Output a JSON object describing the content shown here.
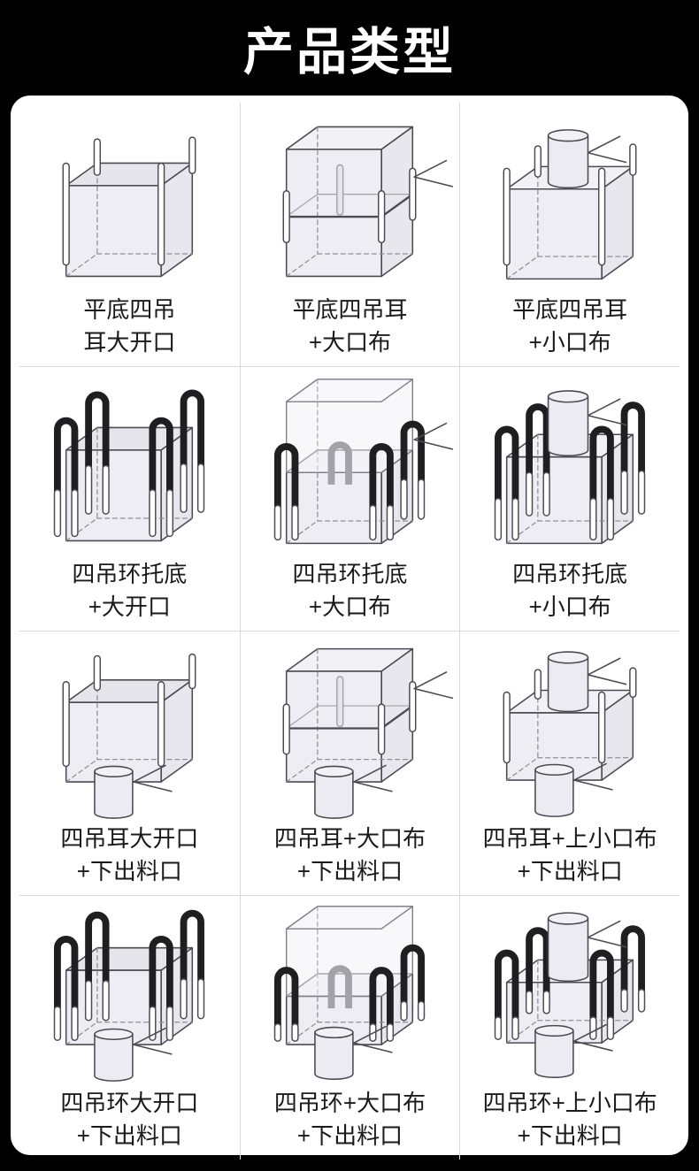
{
  "header": {
    "title": "产品类型"
  },
  "colors": {
    "background": "#000000",
    "card": "#ffffff",
    "divider": "#d9d9dd",
    "text": "#1a1a1a",
    "bag_outline": "#4b4b52",
    "bag_fill": "#ecebf1",
    "bag_fill_top": "#f2f1f6",
    "bag_fill_right": "#e8e7ed",
    "bag_fill_inside": "#e6e5ec",
    "hidden_edge": "#8f8f96",
    "strap_black": "#1f1f21",
    "faint_detail": "#a3a2ab"
  },
  "grid": {
    "cells": [
      {
        "illustration": "rods-open-top",
        "label_line1": "平底四吊",
        "label_line2": "耳大开口"
      },
      {
        "illustration": "rods-duffle-top",
        "label_line1": "平底四吊耳",
        "label_line2": "+大口布"
      },
      {
        "illustration": "rods-top-spout",
        "label_line1": "平底四吊耳",
        "label_line2": "+小口布"
      },
      {
        "illustration": "uloops-open-top",
        "label_line1": "四吊环托底",
        "label_line2": "+大开口"
      },
      {
        "illustration": "uloops-skirt-top",
        "label_line1": "四吊环托底",
        "label_line2": "+大口布"
      },
      {
        "illustration": "uloops-top-spout",
        "label_line1": "四吊环托底",
        "label_line2": "+小口布"
      },
      {
        "illustration": "rods-open-top-bottom-spout",
        "label_line1": "四吊耳大开口",
        "label_line2": "+下出料口"
      },
      {
        "illustration": "rods-duffle-top-bottom-spout",
        "label_line1": "四吊耳+大口布",
        "label_line2": "+下出料口"
      },
      {
        "illustration": "rods-top-spout-bottom-spout",
        "label_line1": "四吊耳+上小口布",
        "label_line2": "+下出料口"
      },
      {
        "illustration": "uloops-open-top-bottom-spout",
        "label_line1": "四吊环大开口",
        "label_line2": "+下出料口"
      },
      {
        "illustration": "uloops-skirt-top-bottom-spout",
        "label_line1": "四吊环+大口布",
        "label_line2": "+下出料口"
      },
      {
        "illustration": "uloops-top-spout-bottom-spout",
        "label_line1": "四吊环+上小口布",
        "label_line2": "+下出料口"
      }
    ]
  }
}
